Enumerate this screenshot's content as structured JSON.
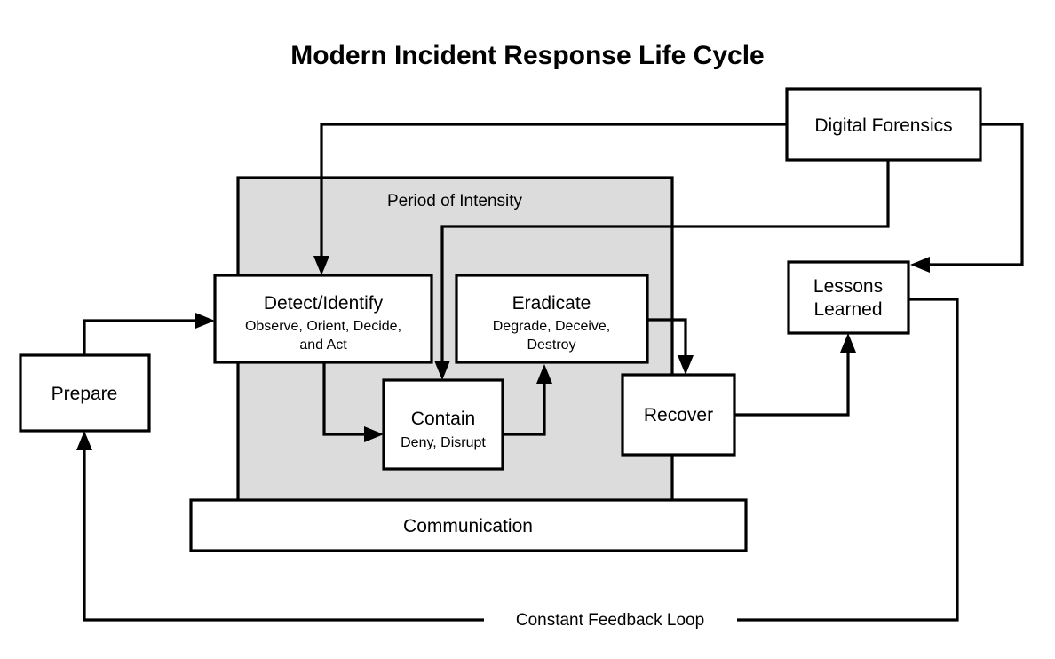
{
  "title": "Modern Incident Response Life Cycle",
  "zone": {
    "label": "Period of Intensity",
    "fill": "#dcdcdc"
  },
  "boxes": {
    "digital_forensics": {
      "label": "Digital Forensics",
      "sub": ""
    },
    "lessons_learned_line1": "Lessons",
    "lessons_learned_line2": "Learned",
    "detect": {
      "label": "Detect/Identify",
      "sub1": "Observe, Orient, Decide,",
      "sub2": "and Act"
    },
    "eradicate": {
      "label": "Eradicate",
      "sub1": "Degrade, Deceive,",
      "sub2": "Destroy"
    },
    "contain": {
      "label": "Contain",
      "sub1": "Deny, Disrupt"
    },
    "recover": {
      "label": "Recover"
    },
    "prepare": {
      "label": "Prepare"
    },
    "communication": {
      "label": "Communication"
    }
  },
  "feedback": {
    "label": "Constant Feedback Loop"
  },
  "colors": {
    "stroke": "#000000",
    "box_fill": "#ffffff",
    "zone_fill": "#dcdcdc",
    "page_bg": "#ffffff"
  }
}
